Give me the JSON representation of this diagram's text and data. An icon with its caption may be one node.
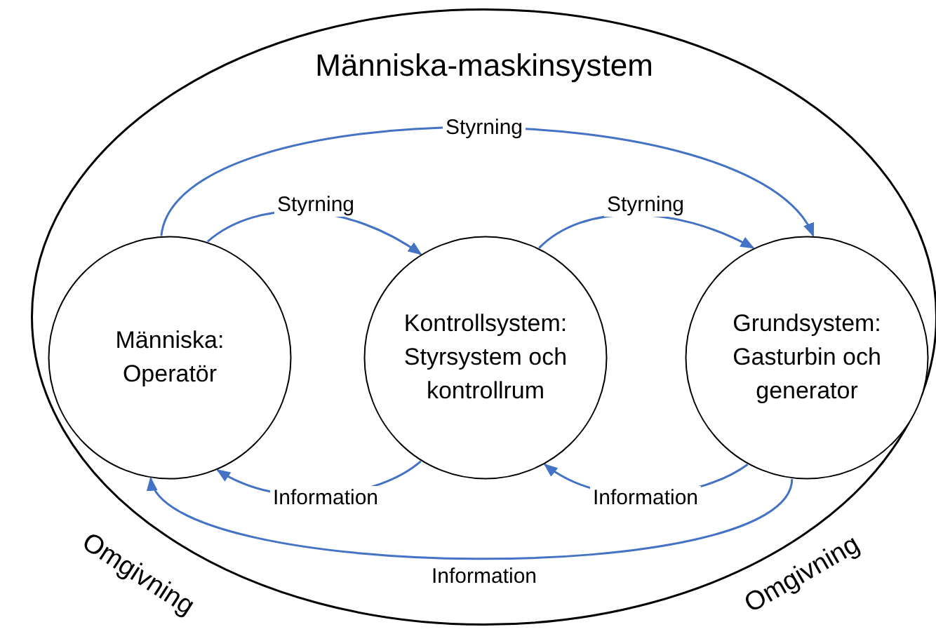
{
  "diagram": {
    "nodes": [
      {
        "text": [
          "Människa-maskinsystem"
        ]
      },
      {
        "text": [
          "Människa: Operatör"
        ],
        "in": 0
      },
      {
        "text": [
          "Kontrollsystem: Styrsystem och kontrollrum"
        ],
        "in": 0
      },
      {
        "text": [
          "Grundsystem: Gasturbin och generator"
        ],
        "in": 0
      }
    ],
    "edges": [
      {
        "from": 1,
        "to": 3,
        "arrow": "to",
        "label": "Styrning"
      },
      {
        "from": 1,
        "to": 2,
        "arrow": "to",
        "label": "Styrning"
      },
      {
        "from": 2,
        "to": 3,
        "arrow": "to",
        "label": "Styrning"
      },
      {
        "from": 2,
        "to": 1,
        "arrow": "to",
        "label": "Information"
      },
      {
        "from": 3,
        "to": 2,
        "arrow": "to",
        "label": "Information"
      },
      {
        "from": 3,
        "to": 1,
        "arrow": "to",
        "label": "Information"
      }
    ],
    "labels": [
      "Omgivning",
      "Omgivning"
    ]
  }
}
